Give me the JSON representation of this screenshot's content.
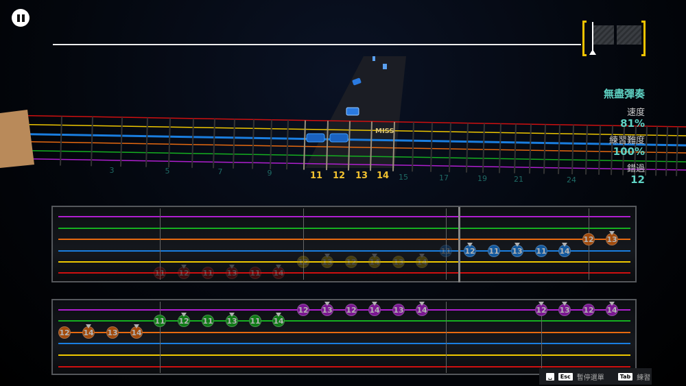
{
  "hud": {
    "pause_icon": "pause-icon"
  },
  "stats": {
    "mode": "無盡彈奏",
    "speed_label": "速度",
    "speed": "81%",
    "difficulty_label": "練習難度",
    "difficulty": "100%",
    "misses_label": "錯過",
    "misses": "12"
  },
  "highway": {
    "miss_label": "MISS",
    "fret_numbers": [
      {
        "n": "3",
        "hot": false
      },
      {
        "n": "5",
        "hot": false
      },
      {
        "n": "7",
        "hot": false
      },
      {
        "n": "9",
        "hot": false
      },
      {
        "n": "11",
        "hot": true
      },
      {
        "n": "12",
        "hot": true
      },
      {
        "n": "13",
        "hot": true
      },
      {
        "n": "14",
        "hot": true
      },
      {
        "n": "15",
        "hot": false
      },
      {
        "n": "17",
        "hot": false
      },
      {
        "n": "19",
        "hot": false
      },
      {
        "n": "21",
        "hot": false
      },
      {
        "n": "24",
        "hot": false
      }
    ]
  },
  "string_colors": [
    "#b01fd0",
    "#15b020",
    "#e86a10",
    "#1a7ee0",
    "#f0c800",
    "#d01010"
  ],
  "tab_upper": {
    "notes": [
      {
        "s": 5,
        "f": "11",
        "faded": true
      },
      {
        "s": 5,
        "f": "12",
        "faded": true,
        "slide": true
      },
      {
        "s": 5,
        "f": "11",
        "faded": true
      },
      {
        "s": 5,
        "f": "13",
        "faded": true,
        "slide": true
      },
      {
        "s": 5,
        "f": "11",
        "faded": true
      },
      {
        "s": 5,
        "f": "14",
        "faded": true,
        "slide": true
      },
      {
        "s": 4,
        "f": "12",
        "faded": true
      },
      {
        "s": 4,
        "f": "13",
        "faded": true,
        "slide": true
      },
      {
        "s": 4,
        "f": "12",
        "faded": true
      },
      {
        "s": 4,
        "f": "14",
        "faded": true,
        "slide": true
      },
      {
        "s": 4,
        "f": "13",
        "faded": true
      },
      {
        "s": 4,
        "f": "14",
        "faded": true,
        "slide": true
      },
      {
        "s": 3,
        "f": "11",
        "faded": true
      },
      {
        "s": 3,
        "f": "12",
        "slide": true
      },
      {
        "s": 3,
        "f": "11"
      },
      {
        "s": 3,
        "f": "13",
        "slide": true
      },
      {
        "s": 3,
        "f": "11"
      },
      {
        "s": 3,
        "f": "14",
        "slide": true
      },
      {
        "s": 2,
        "f": "12"
      },
      {
        "s": 2,
        "f": "13",
        "slide": true
      }
    ]
  },
  "tab_lower": {
    "notes": [
      {
        "s": 2,
        "f": "12"
      },
      {
        "s": 2,
        "f": "14",
        "slide": true
      },
      {
        "s": 2,
        "f": "13"
      },
      {
        "s": 2,
        "f": "14",
        "slide": true
      },
      {
        "s": 1,
        "f": "11"
      },
      {
        "s": 1,
        "f": "12",
        "slide": true
      },
      {
        "s": 1,
        "f": "11"
      },
      {
        "s": 1,
        "f": "13",
        "slide": true
      },
      {
        "s": 1,
        "f": "11"
      },
      {
        "s": 1,
        "f": "14",
        "slide": true
      },
      {
        "s": 0,
        "f": "12"
      },
      {
        "s": 0,
        "f": "13",
        "slide": true
      },
      {
        "s": 0,
        "f": "12"
      },
      {
        "s": 0,
        "f": "14",
        "slide": true
      },
      {
        "s": 0,
        "f": "13"
      },
      {
        "s": 0,
        "f": "14",
        "slide": true
      },
      {
        "s": 0,
        "f": "12",
        "slide": true
      },
      {
        "s": 0,
        "f": "13",
        "slide": true
      },
      {
        "s": 0,
        "f": "12"
      },
      {
        "s": 0,
        "f": "14",
        "slide": true
      }
    ]
  },
  "hints": {
    "space_key": "␣",
    "esc_key": "Esc",
    "pause_menu": "暫停選單",
    "tab_key": "Tab",
    "practice": "練習"
  }
}
